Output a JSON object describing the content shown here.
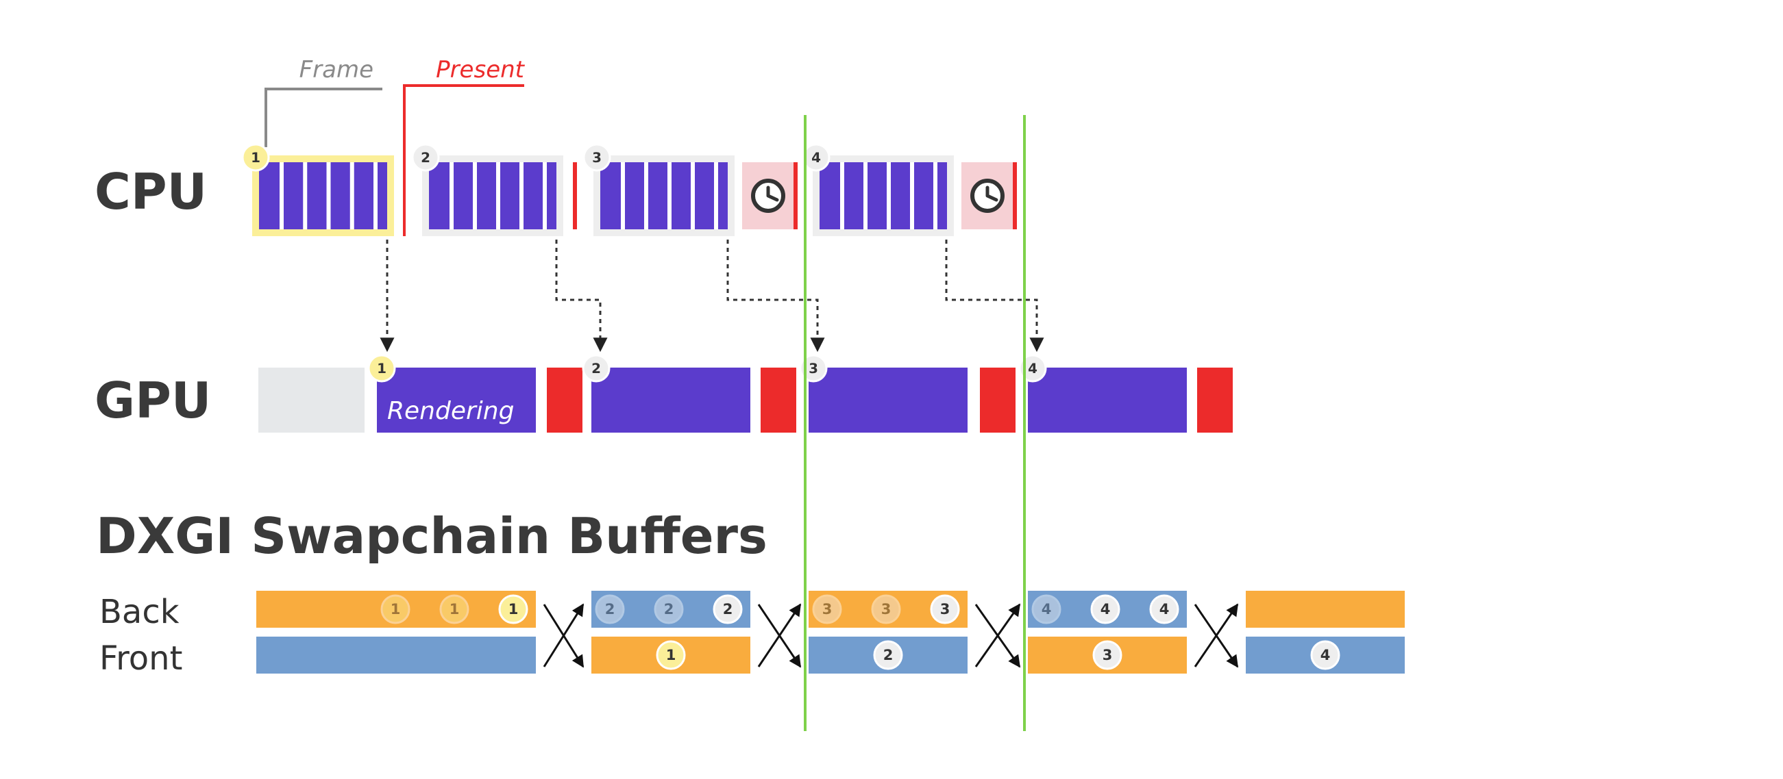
{
  "labels": {
    "cpu": "CPU",
    "gpu": "GPU",
    "swapchain_title": "DXGI Swapchain Buffers",
    "back": "Back",
    "front": "Front",
    "frame": "Frame",
    "present": "Present",
    "rendering": "Rendering"
  },
  "cpu_frames": [
    "1",
    "2",
    "3",
    "4"
  ],
  "gpu_frames": [
    "1",
    "2",
    "3",
    "4"
  ],
  "swapchain": {
    "back": [
      {
        "color": "orange",
        "badges": [
          "1",
          "1",
          "1"
        ],
        "faded": [
          true,
          true,
          false
        ]
      },
      {
        "color": "blue",
        "badges": [
          "2",
          "2",
          "2"
        ],
        "faded": [
          true,
          true,
          false
        ]
      },
      {
        "color": "orange",
        "badges": [
          "3",
          "3",
          "3"
        ],
        "faded": [
          true,
          true,
          false
        ]
      },
      {
        "color": "blue",
        "badges": [
          "4",
          "4",
          "4"
        ],
        "faded": [
          true,
          false,
          false
        ]
      },
      {
        "color": "orange",
        "badges": [],
        "faded": []
      }
    ],
    "front": [
      {
        "color": "blue",
        "badge": ""
      },
      {
        "color": "orange",
        "badge": "1"
      },
      {
        "color": "blue",
        "badge": "2"
      },
      {
        "color": "orange",
        "badge": "3"
      },
      {
        "color": "blue",
        "badge": "4"
      }
    ]
  },
  "colors": {
    "purple": "#5b3ccc",
    "red": "#ec2b2b",
    "orange": "#f9ac3e",
    "blue": "#729dcf",
    "yellow_badge": "#fbef99",
    "grey_badge": "#eeeeee",
    "green_vsync": "#7ed14a",
    "idle_grey": "#e6e8ea",
    "wait_pink": "#f6d0d4",
    "frame_outline_grey": "#8a8a8a"
  },
  "icons": {
    "wait": "clock-icon",
    "swap": "swap-arrows-icon",
    "dependency": "dashed-arrow"
  }
}
